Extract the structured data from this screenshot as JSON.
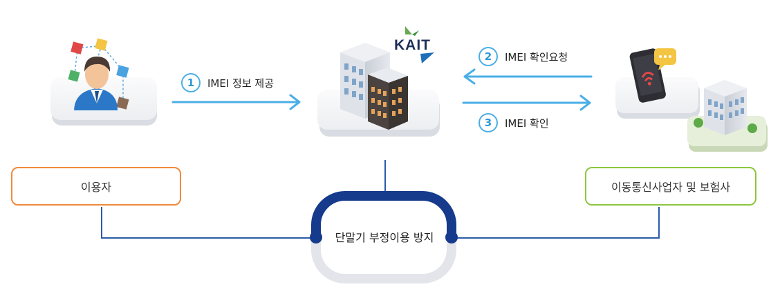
{
  "steps": [
    {
      "number": "1",
      "label": "IMEI 정보 제공"
    },
    {
      "number": "2",
      "label": "IMEI 확인요청"
    },
    {
      "number": "3",
      "label": "IMEI 확인"
    }
  ],
  "roles": {
    "user": "이용자",
    "carrier": "이동통신사업자 및 보험사"
  },
  "center": {
    "label": "단말기 부정이용 방지"
  },
  "logo": {
    "text": "KAIT"
  },
  "colors": {
    "arrow": "#4aaee6",
    "user_border": "#f08a3c",
    "carrier_border": "#8cc63f",
    "loop_dark": "#163a8c",
    "loop_light": "#e3e5ea",
    "connector": "#2b5aa8"
  }
}
